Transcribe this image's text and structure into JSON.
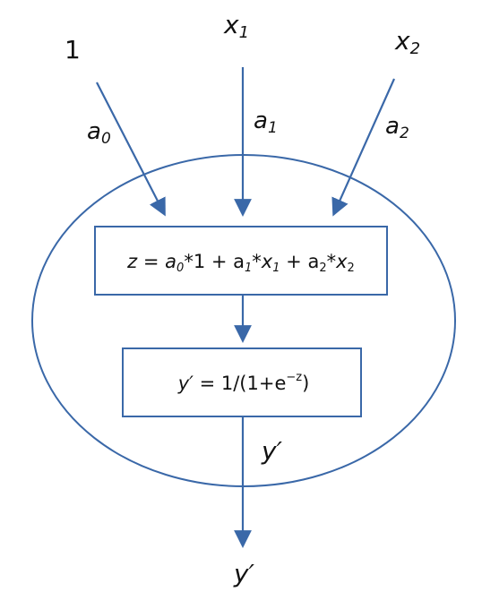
{
  "inputs": {
    "bias": "1",
    "x1": {
      "base": "x",
      "sub": "1"
    },
    "x2": {
      "base": "x",
      "sub": "2"
    }
  },
  "weights": {
    "a0": {
      "base": "a",
      "sub": "0"
    },
    "a1": {
      "base": "a",
      "sub": "1"
    },
    "a2": {
      "base": "a",
      "sub": "2"
    }
  },
  "sum_box": {
    "lhs": "z",
    "eq": " = ",
    "term0_base": "a",
    "term0_sub": "0",
    "term0_mul": "*1 + ",
    "term1_base": "a",
    "term1_sub": "1",
    "term1_mul": "*",
    "term1_x": "x",
    "term1_xsub": "1",
    "plus2": " + ",
    "term2_base": "a",
    "term2_sub": "2",
    "term2_mul": "*",
    "term2_x": "x",
    "term2_xsub": "2"
  },
  "sigmoid_box": {
    "lhs": "y′",
    "eq": " = 1/(1+e",
    "sup": "−z",
    "close": ")"
  },
  "inner_output_label": "y′",
  "output_label": "y′",
  "colors": {
    "stroke": "#3a68a8",
    "text": "#111111"
  }
}
